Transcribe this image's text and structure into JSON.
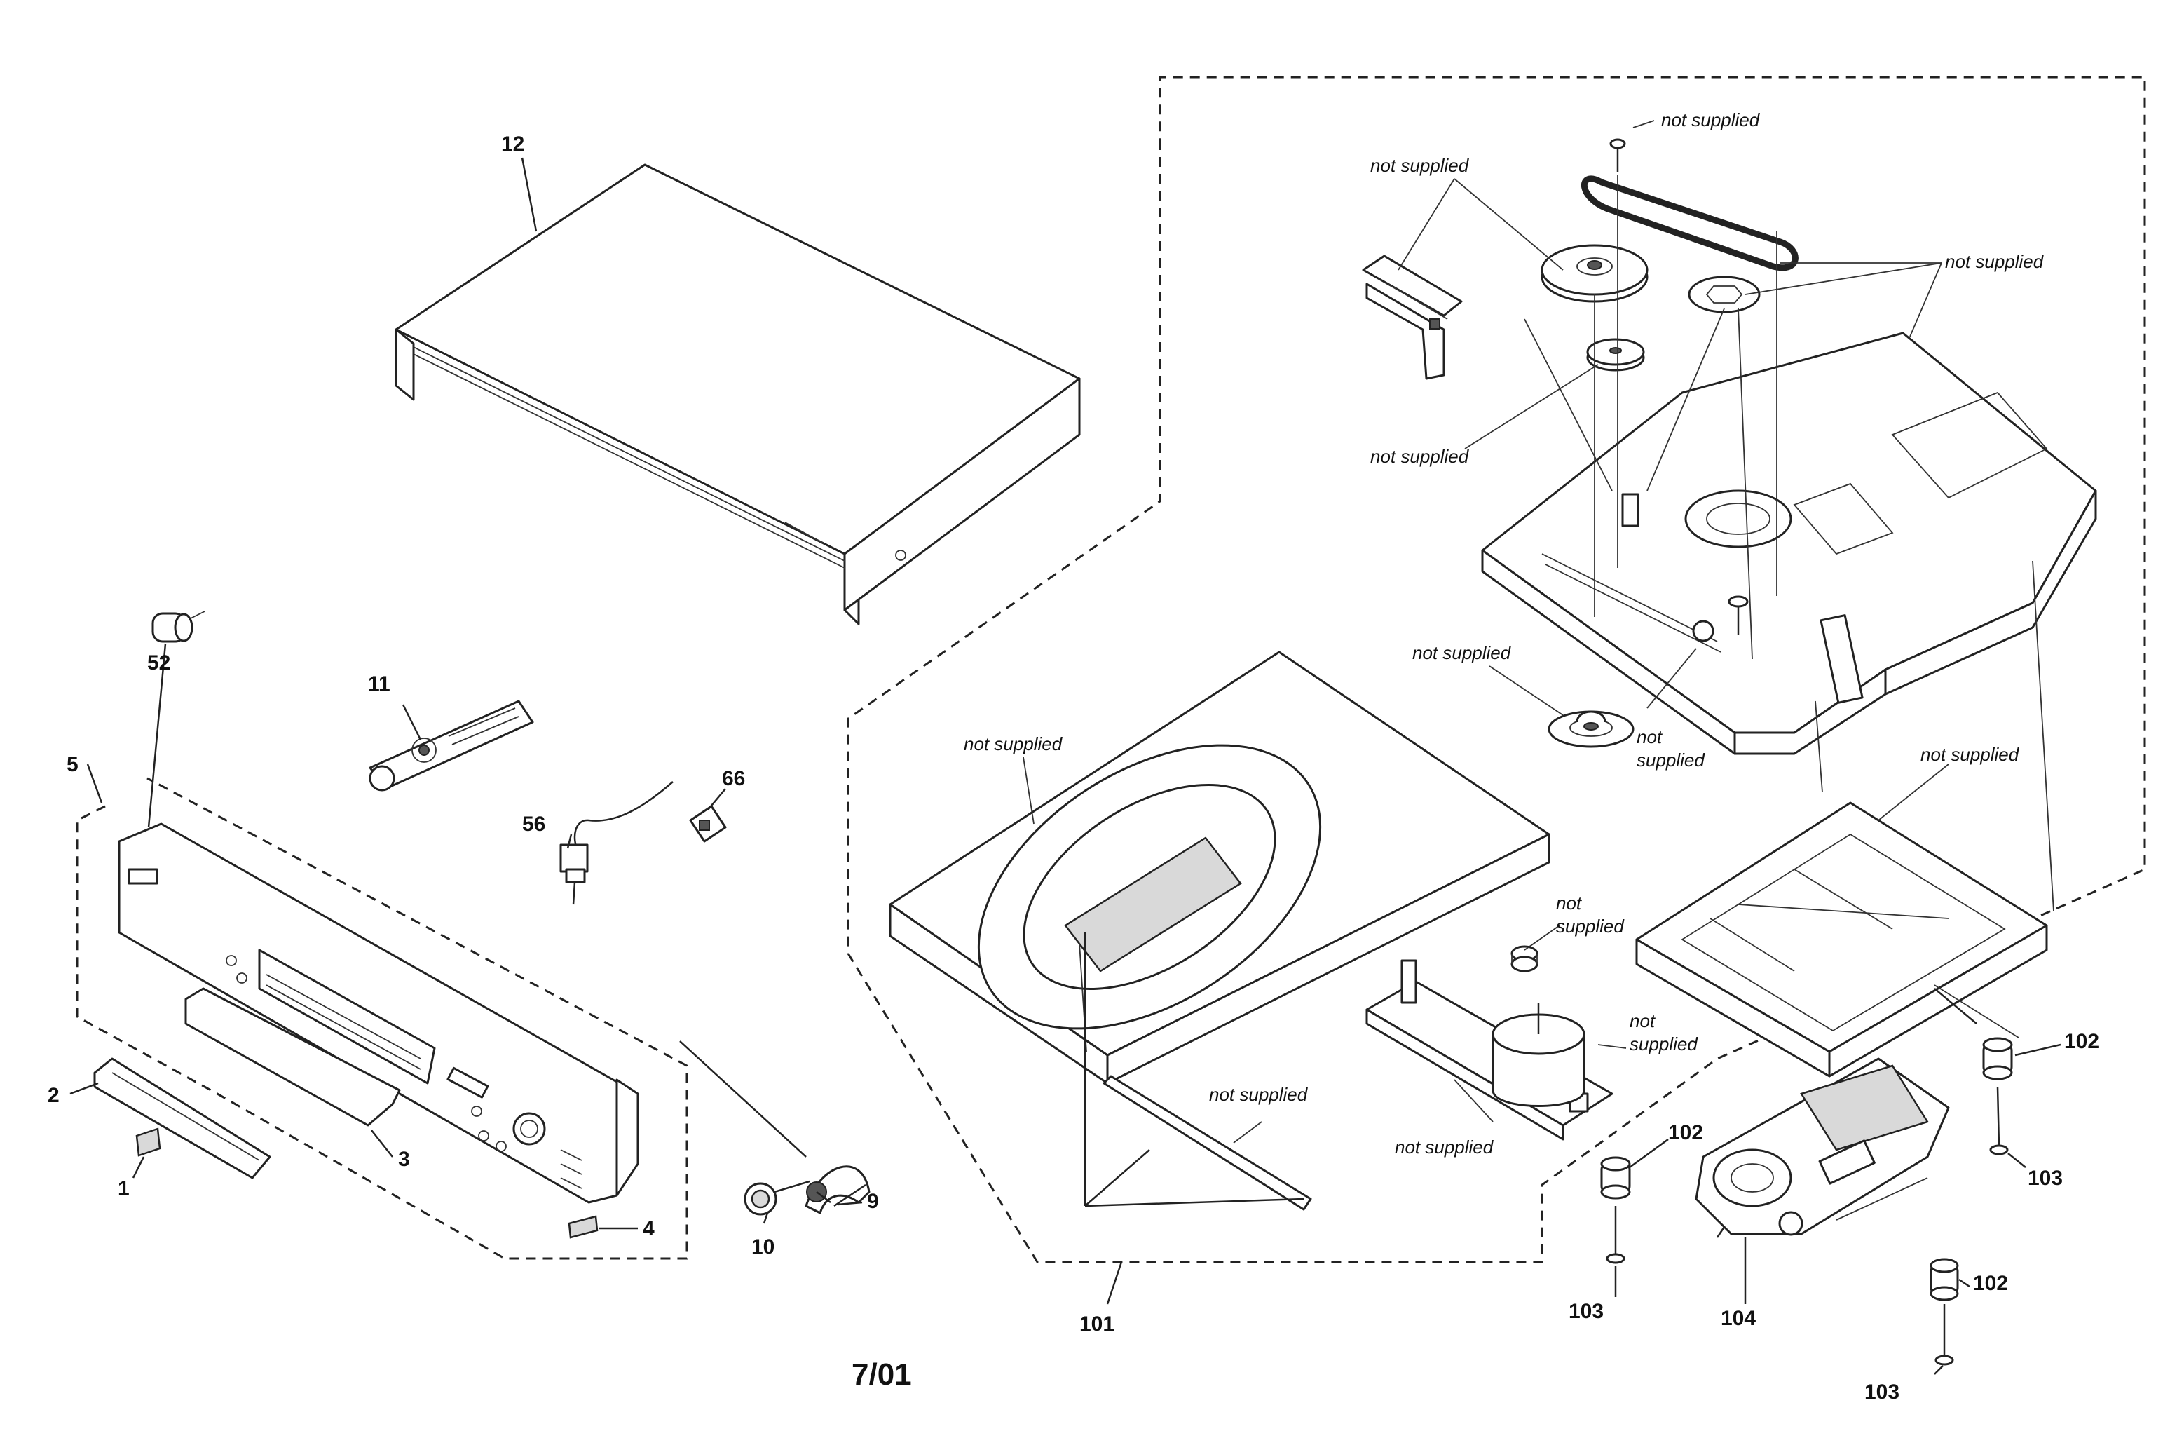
{
  "diagram": {
    "part_numbers": {
      "p1": "1",
      "p2": "2",
      "p3": "3",
      "p4": "4",
      "p5": "5",
      "p9": "9",
      "p10": "10",
      "p11": "11",
      "p12": "12",
      "p52": "52",
      "p56": "56",
      "p66": "66",
      "p101": "101",
      "p102a": "102",
      "p102b": "102",
      "p102c": "102",
      "p103a": "103",
      "p103b": "103",
      "p103c": "103",
      "p104": "104"
    },
    "not_supplied": {
      "a": "not supplied",
      "b": "not supplied",
      "c": "not supplied",
      "d": "not supplied",
      "e": "not supplied",
      "f1": "not",
      "f2": "supplied",
      "g": "not supplied",
      "h1": "not",
      "h2": "supplied",
      "i1": "not",
      "i2": "supplied",
      "j": "not supplied",
      "k": "not supplied"
    },
    "date_code": "7/01"
  }
}
